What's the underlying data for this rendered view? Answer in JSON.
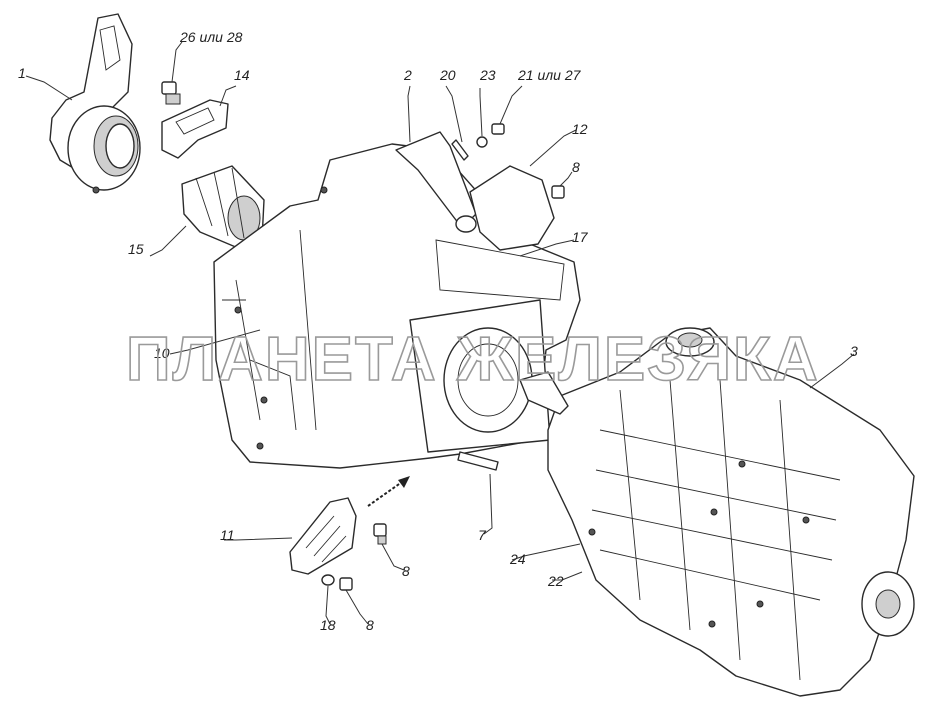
{
  "watermark": "ПЛАНЕТА ЖЕЛЕЗЯКА",
  "callouts": [
    {
      "id": "c1",
      "text": "1"
    },
    {
      "id": "c26",
      "text": "26 или 28"
    },
    {
      "id": "c14",
      "text": "14"
    },
    {
      "id": "c2",
      "text": "2"
    },
    {
      "id": "c20",
      "text": "20"
    },
    {
      "id": "c23",
      "text": "23"
    },
    {
      "id": "c21",
      "text": "21 или 27"
    },
    {
      "id": "c12",
      "text": "12"
    },
    {
      "id": "c8a",
      "text": "8"
    },
    {
      "id": "c17",
      "text": "17"
    },
    {
      "id": "c15",
      "text": "15"
    },
    {
      "id": "c10",
      "text": "10"
    },
    {
      "id": "c3",
      "text": "3"
    },
    {
      "id": "c11",
      "text": "11"
    },
    {
      "id": "c7",
      "text": "7"
    },
    {
      "id": "c8b",
      "text": "8"
    },
    {
      "id": "c24",
      "text": "24"
    },
    {
      "id": "c22",
      "text": "22"
    },
    {
      "id": "c18",
      "text": "18"
    },
    {
      "id": "c8c",
      "text": "8"
    }
  ]
}
